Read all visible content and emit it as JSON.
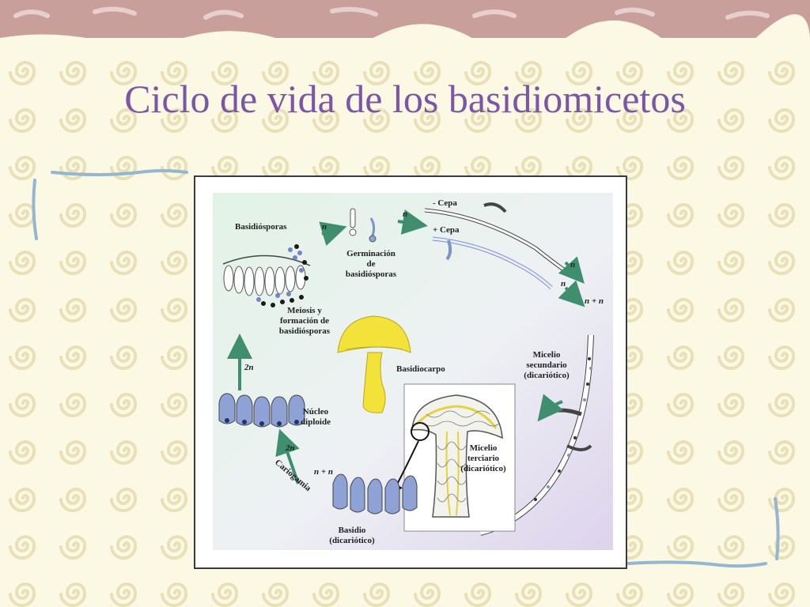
{
  "slide": {
    "title": "Ciclo de vida de los basidiomicetos"
  },
  "colors": {
    "title": "#7b55a6",
    "background": "#fbf8e3",
    "swirl": "#e8dfb6",
    "band": "#c99a9a",
    "arrow": "#3f8f6f",
    "mushroom": "#f2e23a",
    "cells": "#8ea2d6"
  },
  "diagram": {
    "labels": {
      "basidiosporas": "Basidiósporas",
      "n1": "n",
      "n2": "n",
      "germinacion": [
        "Germinación",
        "de",
        "basidiósporas"
      ],
      "cepa_menos": "- Cepa",
      "cepa_mas": "+ Cepa",
      "n_right1": "n",
      "n_right2": "n",
      "n_plus_n_right": "n + n",
      "micelio_secundario": [
        "Micelio",
        "secundario",
        "(dicariótico)"
      ],
      "meiosis": [
        "Meiosis y",
        "formación de",
        "basidiósporas"
      ],
      "basidiocarpo": "Basidiocarpo",
      "two_n_left": "2n",
      "nucleo_diploide": [
        "Núcleo",
        "diploide"
      ],
      "micelio_terciario": [
        "Micelio",
        "terciario",
        "(dicariótico)"
      ],
      "two_n_bottom": "2n",
      "cariogamia": "Cariogamia",
      "n_plus_n_bottom": "n + n",
      "basidio": [
        "Basidio",
        "(dicariótico)"
      ]
    }
  }
}
